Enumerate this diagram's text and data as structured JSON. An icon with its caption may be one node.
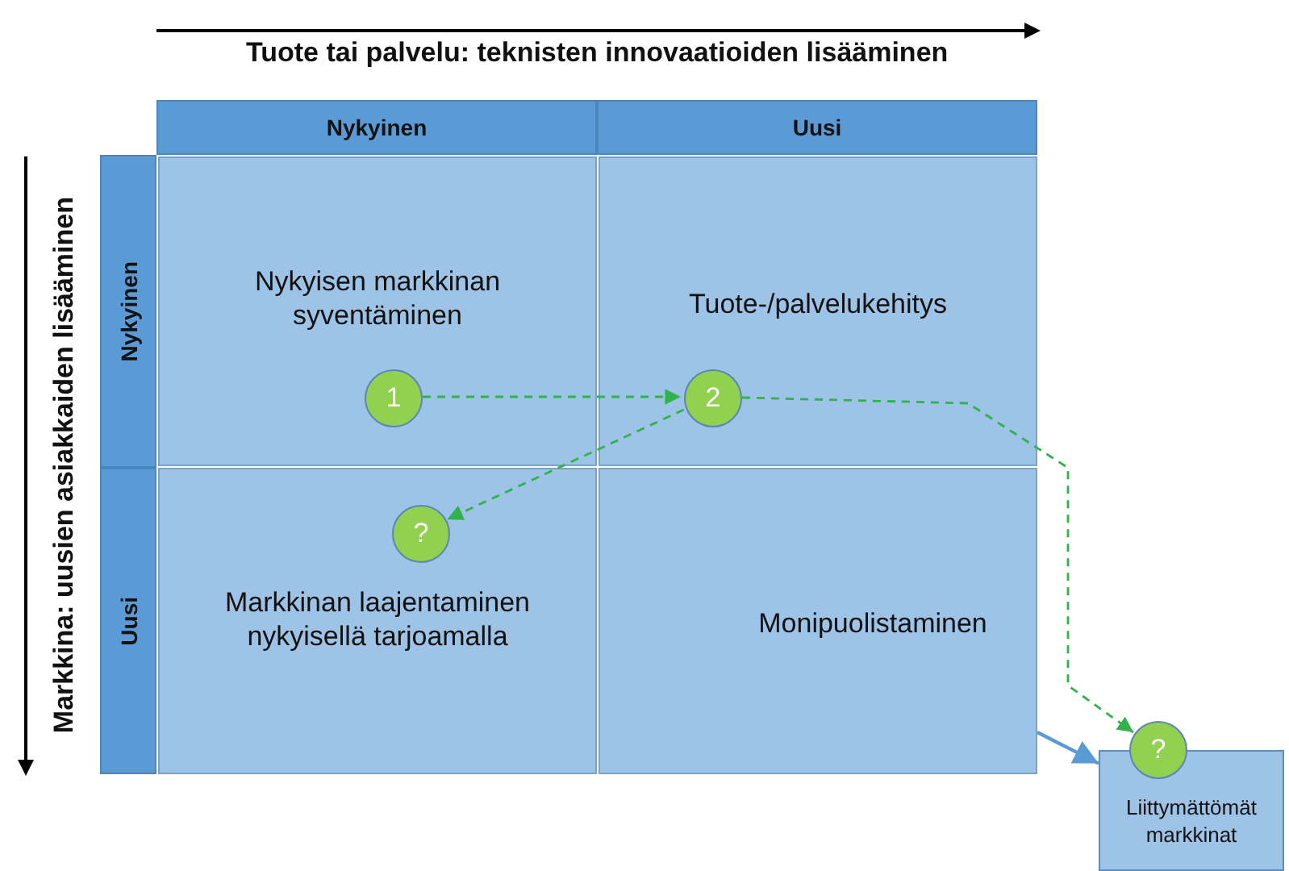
{
  "diagram": {
    "nodes": [
      {
        "text": [
          "Nykyinen"
        ]
      },
      {
        "text": [
          "Uusi"
        ]
      },
      {
        "text": [
          "Nykyinen"
        ]
      },
      {
        "text": [
          "Uusi"
        ]
      },
      {
        "text": [
          "Nykyisen markkinan syventäminen"
        ]
      },
      {
        "text": [
          "1"
        ],
        "in": 4
      },
      {
        "text": [
          "Tuote-/palvelukehitys"
        ]
      },
      {
        "text": [
          "2"
        ],
        "in": 6
      },
      {
        "text": [
          "Markkinan laajentaminen nykyisellä tarjoamalla"
        ]
      },
      {
        "text": [
          "?"
        ],
        "in": 8
      },
      {
        "text": [
          "Monipuolistaminen"
        ]
      },
      {
        "text": [
          "Liittymättömät markkinat"
        ]
      },
      {
        "text": [
          "?"
        ]
      }
    ],
    "edges": [
      {
        "from": 5,
        "to": 7,
        "arrow": "to",
        "style": "dashed"
      },
      {
        "from": 7,
        "to": 9,
        "arrow": "to",
        "style": "dashed"
      },
      {
        "from": 7,
        "to": 12,
        "arrow": "to",
        "style": "dashed"
      },
      {
        "from": 10,
        "to": 11,
        "arrow": "to",
        "color": "#5b9bd5"
      }
    ],
    "labels": [
      "Tuote tai palvelu: teknisten innovaatioiden lisääminen",
      "Markkina: uusien asiakkaiden lisääminen"
    ]
  }
}
